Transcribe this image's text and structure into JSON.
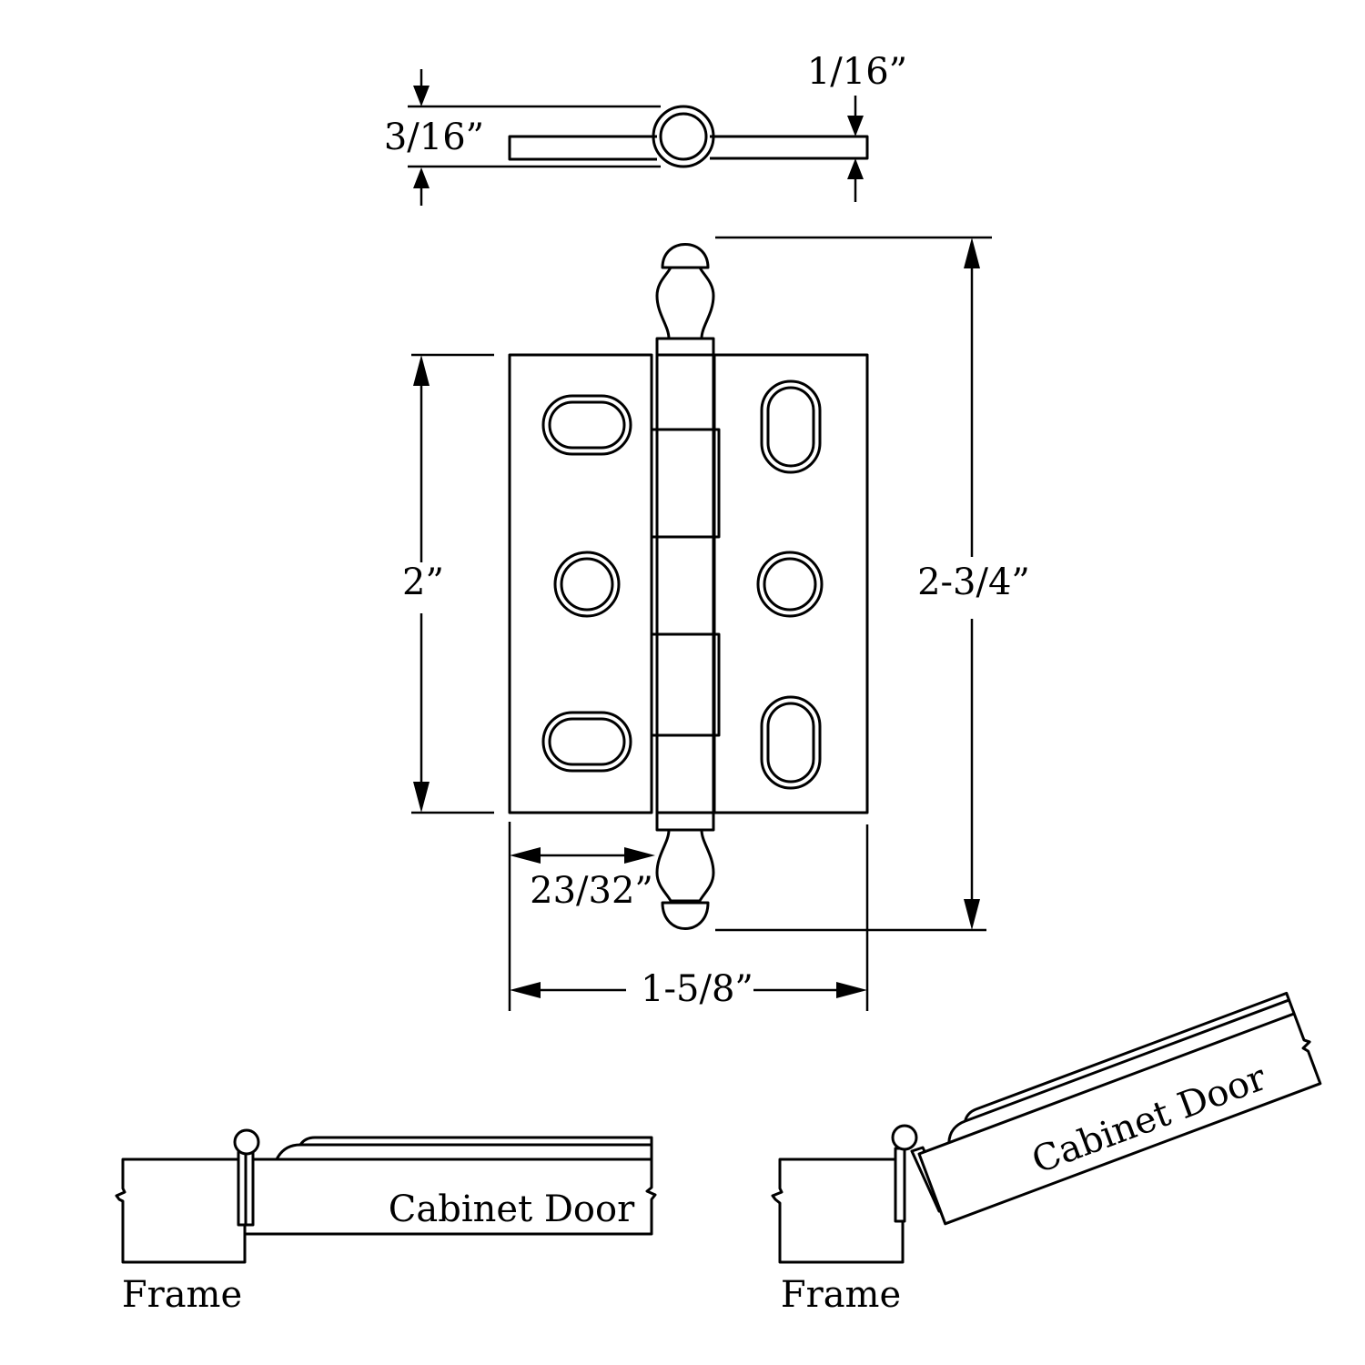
{
  "dimensions": {
    "leaf_thickness": "1/16”",
    "knuckle_diameter": "3/16”",
    "leaf_height": "2”",
    "overall_height": "2-3/4”",
    "knuckle_offset": "23/32”",
    "overall_width": "1-5/8”"
  },
  "installation": {
    "closed": {
      "door_label": "Cabinet Door",
      "frame_label": "Frame"
    },
    "open": {
      "door_label": "Cabinet Door",
      "frame_label": "Frame"
    }
  }
}
